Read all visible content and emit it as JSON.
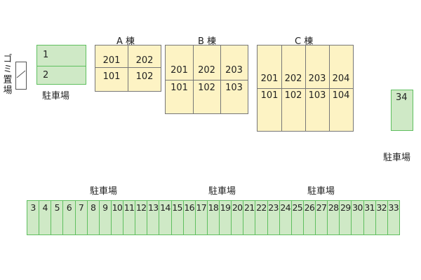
{
  "trash": {
    "chars": [
      "ゴ",
      "ミ",
      "置",
      "場"
    ]
  },
  "top_left_parking": {
    "spaces": [
      "1",
      "2"
    ],
    "label": "駐車場"
  },
  "building_a": {
    "title": "A 棟",
    "upper": [
      "201",
      "202"
    ],
    "lower": [
      "101",
      "102"
    ]
  },
  "building_b": {
    "title": "B 棟",
    "upper": [
      "201",
      "202",
      "203"
    ],
    "lower": [
      "101",
      "102",
      "103"
    ]
  },
  "building_c": {
    "title": "C 棟",
    "upper": [
      "201",
      "202",
      "203",
      "204"
    ],
    "lower": [
      "101",
      "102",
      "103",
      "104"
    ]
  },
  "right_parking": {
    "space": "34",
    "label": "駐車場"
  },
  "bottom_parking": {
    "labels": [
      "駐車場",
      "駐車場",
      "駐車場"
    ],
    "spaces": [
      "3",
      "4",
      "5",
      "6",
      "7",
      "8",
      "9",
      "10",
      "11",
      "12",
      "13",
      "14",
      "15",
      "16",
      "17",
      "18",
      "19",
      "20",
      "21",
      "22",
      "23",
      "24",
      "25",
      "26",
      "27",
      "28",
      "29",
      "30",
      "31",
      "32",
      "33"
    ]
  },
  "colors": {
    "building_fill": "#fdf3c4",
    "parking_fill": "#cfe9c6",
    "parking_border": "#5fbf5f"
  }
}
